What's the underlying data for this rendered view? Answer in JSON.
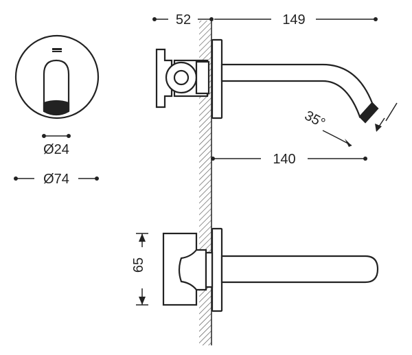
{
  "dimensions": {
    "top_left": "52",
    "top_right": "149",
    "projection": "140",
    "angle": "35°",
    "outlet_diameter": "Ø24",
    "plate_diameter": "Ø74",
    "height": "65"
  },
  "colors": {
    "line": "#222222",
    "hatch": "#555555",
    "background": "#ffffff"
  },
  "icons": {
    "plate_logo": "brand-logo-mark"
  }
}
